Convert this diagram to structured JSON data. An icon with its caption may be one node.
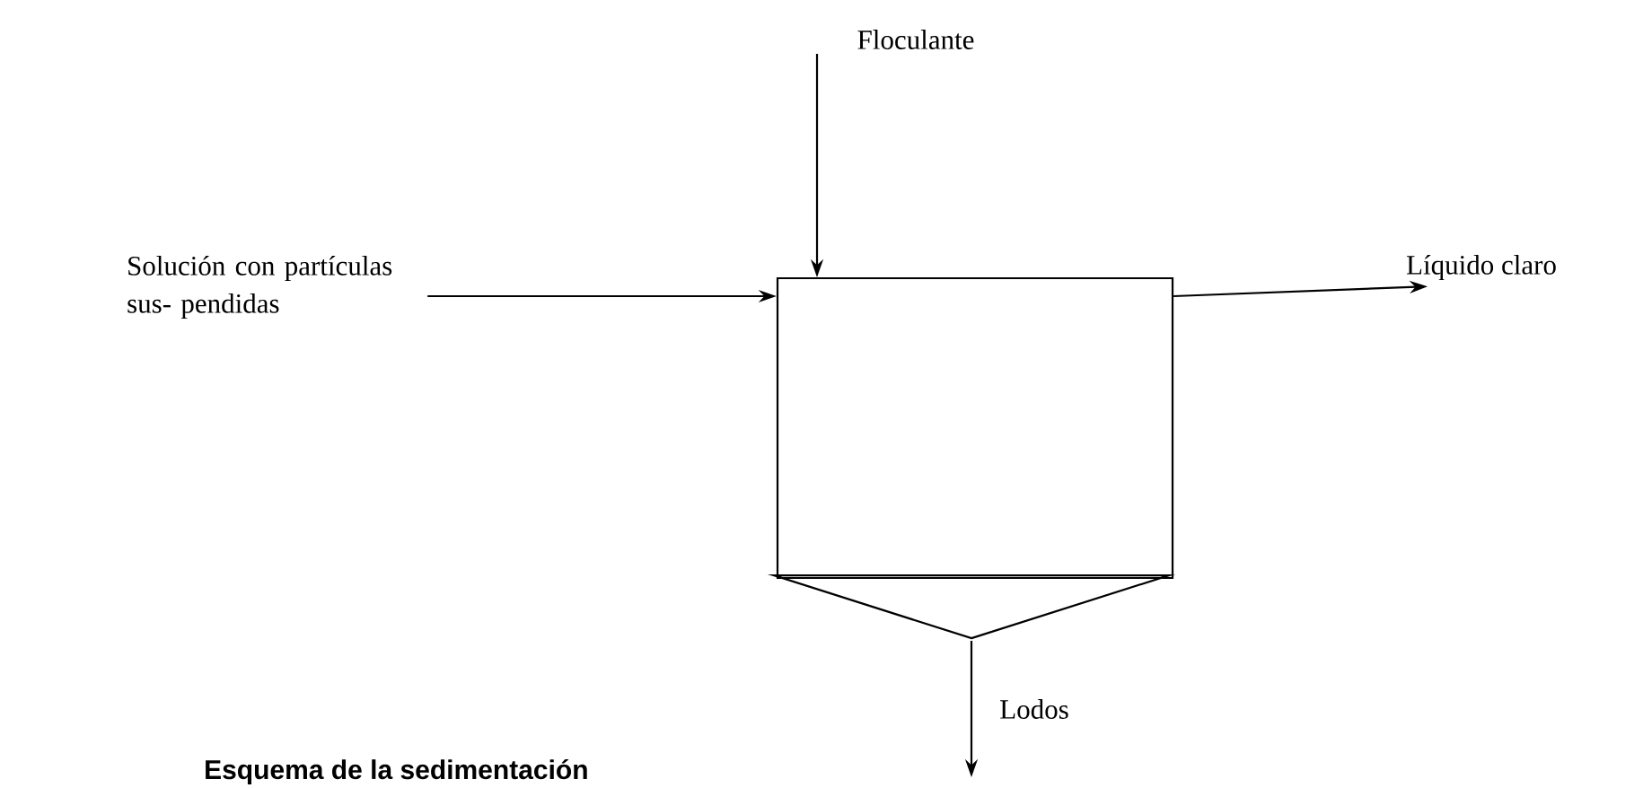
{
  "diagram": {
    "caption": "Esquema de la sedimentación",
    "nodes": [
      {
        "text": [
          "Floculante"
        ]
      },
      {
        "text": [
          "Solución con partículas sus- pendidas"
        ]
      },
      {
        "text": [],
        "shape": "box"
      },
      {
        "text": [],
        "shape": "triangle"
      },
      {
        "text": [
          "Líquido claro"
        ]
      }
    ],
    "edges": [
      {
        "from": 0,
        "to": 2,
        "arrow": "to"
      },
      {
        "from": 1,
        "to": 2,
        "arrow": "to"
      },
      {
        "from": 2,
        "to": 4,
        "arrow": "to"
      },
      {
        "from": 3,
        "to": null,
        "arrow": "to",
        "label": "Lodos"
      }
    ]
  }
}
